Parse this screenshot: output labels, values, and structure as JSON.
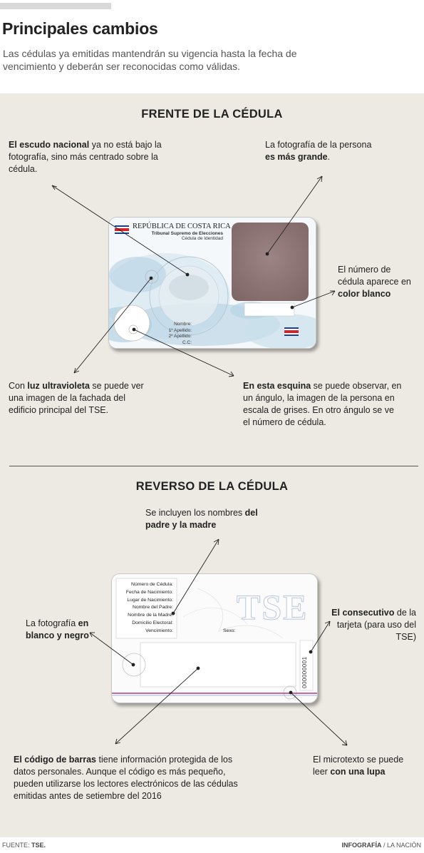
{
  "header": {
    "title": "Principales cambios",
    "subtitle": "Las cédulas ya emitidas mantendrán su vigencia hasta la fecha de vencimiento y deberán ser reconocidas como válidas."
  },
  "front": {
    "section_title": "FRENTE DE LA CÉDULA",
    "card": {
      "republic": "REPÚBLICA DE COSTA RICA",
      "tribunal": "Tribunal Supremo de Elecciones",
      "card_name": "Cédula de Identidad",
      "field_labels": [
        "Nombre:",
        "1º Apellido:",
        "2º Apellido:",
        "C.C:"
      ]
    },
    "notes": {
      "escudo": {
        "bold": "El escudo nacional",
        "rest": " ya no está bajo la fotografía, sino más centrado sobre la cédula."
      },
      "foto": {
        "pre": "La fotografía de la persona ",
        "bold": "es más grande",
        "post": "."
      },
      "numero": {
        "pre": "El número de cédula aparece en ",
        "bold": "color blanco"
      },
      "uv": {
        "pre": "Con ",
        "bold": "luz ultravioleta",
        "post": " se puede ver una imagen de la fachada del edificio principal del TSE."
      },
      "esquina": {
        "bold": "En esta esquina",
        "post": " se puede observar, en un ángulo, la imagen de la persona en escala de grises. En otro ángulo se ve el número de cédula."
      }
    }
  },
  "back": {
    "section_title": "REVERSO DE LA CÉDULA",
    "card": {
      "field_labels": [
        "Número de Cédula:",
        "Fecha de Nacimiento:",
        "Lugar de Nacimiento:",
        "Nombre del Padre:",
        "Nombre de la Madre:",
        "Domicilio Electoral:",
        "Vencimiento:"
      ],
      "sexo": "Sexo:",
      "tse": "TSE",
      "serial": "000000001"
    },
    "notes": {
      "padres": {
        "pre": "Se incluyen los nombres ",
        "bold": "del padre y la madre"
      },
      "foto_bn": {
        "pre": "La fotografía ",
        "bold": "en blanco y negro"
      },
      "consecutivo": {
        "bold": "El consecutivo",
        "post": " de la tarjeta (para uso del TSE)"
      },
      "barras": {
        "bold": "El código de barras",
        "post": " tiene información protegida de los datos personales. Aunque el código es más pequeño, pueden utilizarse los lectores electrónicos de las cédulas emitidas antes de setiembre del 2016"
      },
      "micro": {
        "pre": "El microtexto se puede leer ",
        "bold": "con una lupa"
      }
    }
  },
  "footer": {
    "source_label": "FUENTE: ",
    "source_value": "TSE.",
    "credit_bold": "INFOGRAFÍA",
    "credit_sep": " / ",
    "credit_rest": "LA NACIÓN"
  },
  "colors": {
    "panel": "#ede9e3",
    "photo": "#8e7575",
    "flag_blue": "#1b3f8f",
    "flag_red": "#d6222a"
  }
}
